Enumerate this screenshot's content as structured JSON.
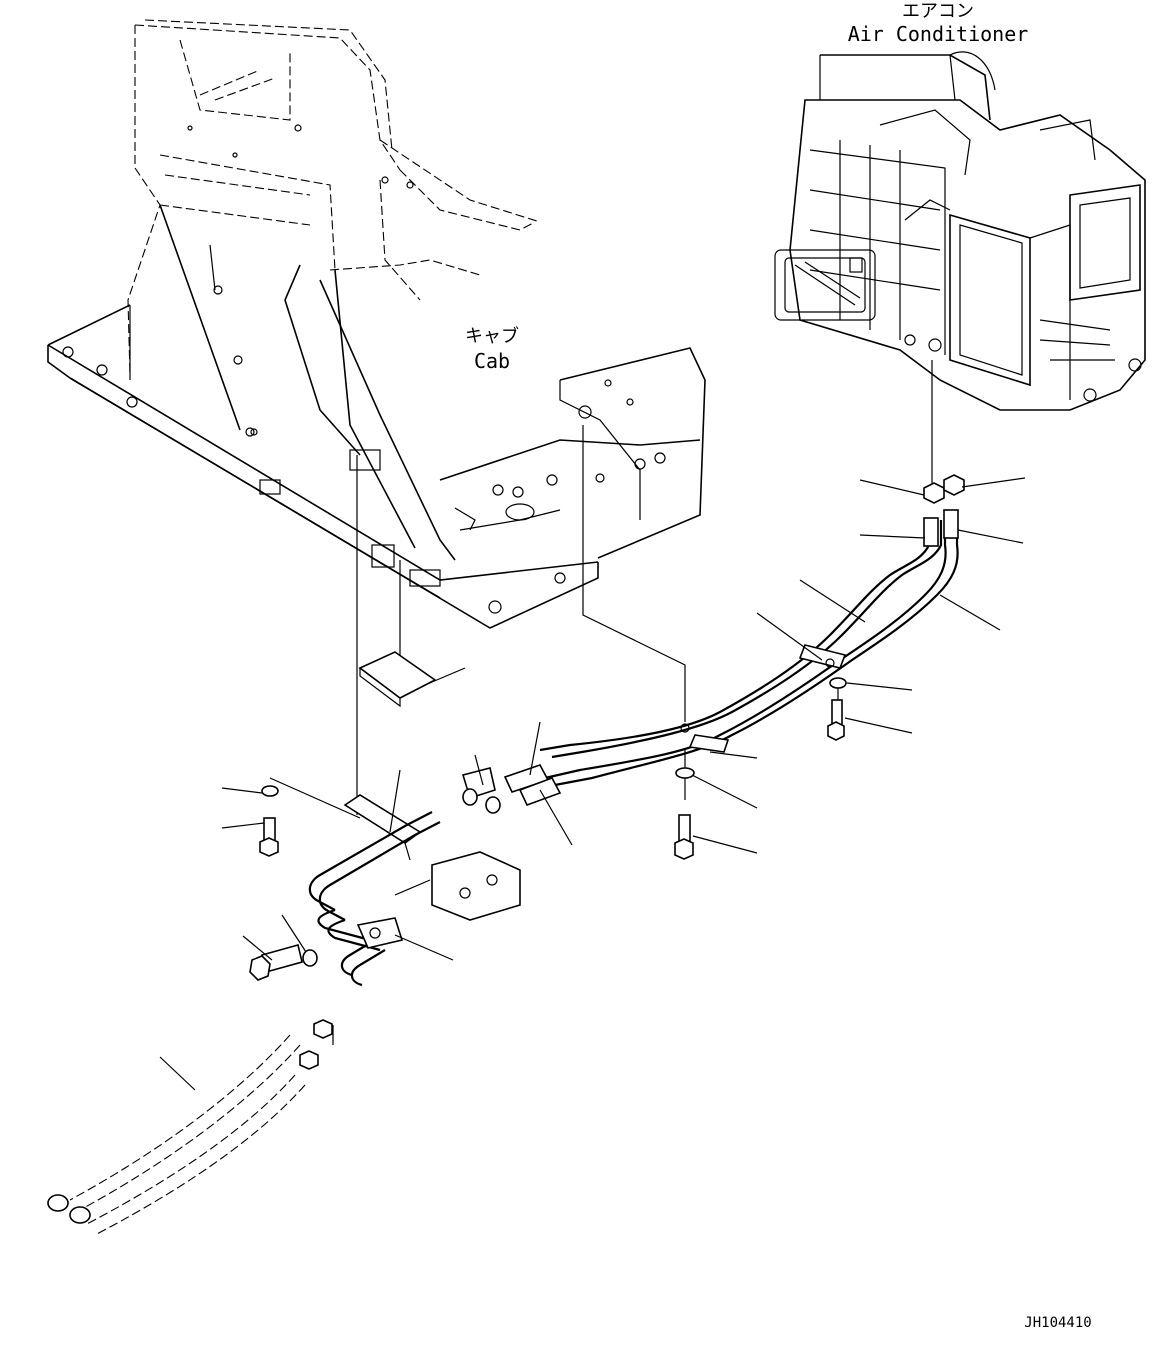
{
  "labels": {
    "air_conditioner_jp": "エアコン",
    "air_conditioner_en": "Air Conditioner",
    "cab_jp": "キャブ",
    "cab_en": "Cab",
    "drawing_number": "JH104410"
  }
}
